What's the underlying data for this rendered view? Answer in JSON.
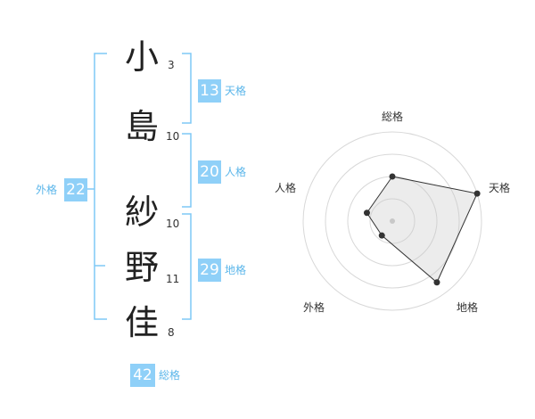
{
  "name": {
    "chars": [
      {
        "char": "小",
        "strokes": "3"
      },
      {
        "char": "島",
        "strokes": "10"
      },
      {
        "char": "紗",
        "strokes": "10"
      },
      {
        "char": "野",
        "strokes": "11"
      },
      {
        "char": "佳",
        "strokes": "8"
      }
    ]
  },
  "kakusu": {
    "tenkaku": {
      "value": "13",
      "label": "天格"
    },
    "jinkaku": {
      "value": "20",
      "label": "人格"
    },
    "chikaku": {
      "value": "29",
      "label": "地格"
    },
    "gaikaku": {
      "value": "22",
      "label": "外格"
    },
    "soukaku": {
      "value": "42",
      "label": "総格"
    }
  },
  "colors": {
    "accent": "#8fd0f8",
    "bracket": "#7fc8f5",
    "label": "#5bb6ea"
  },
  "chart_data": {
    "type": "radar",
    "axes": [
      "総格",
      "天格",
      "地格",
      "外格",
      "人格"
    ],
    "values": [
      0.5,
      1.0,
      0.85,
      0.2,
      0.3
    ],
    "rings": 4
  }
}
